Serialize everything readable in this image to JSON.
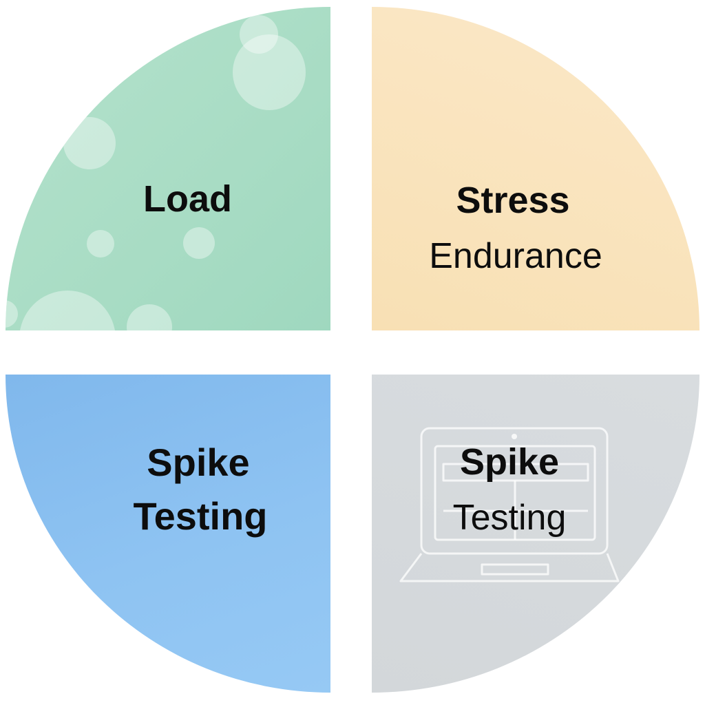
{
  "quadrants": {
    "top_left": {
      "title": "Load"
    },
    "top_right": {
      "title": "Stress",
      "subtitle": "Endurance"
    },
    "bottom_left": {
      "line1": "Spike",
      "line2": "Testing"
    },
    "bottom_right": {
      "title": "Spike",
      "subtitle": "Testing"
    }
  },
  "colors": {
    "top_left": "#a8dcc4",
    "top_right": "#f8e0b4",
    "bottom_left": "#8ec3f2",
    "bottom_right": "#d3d7da",
    "text": "#0d0d0d"
  },
  "icons": {
    "top_left_decoration": "bubbles",
    "bottom_right_decoration": "laptop-icon"
  }
}
